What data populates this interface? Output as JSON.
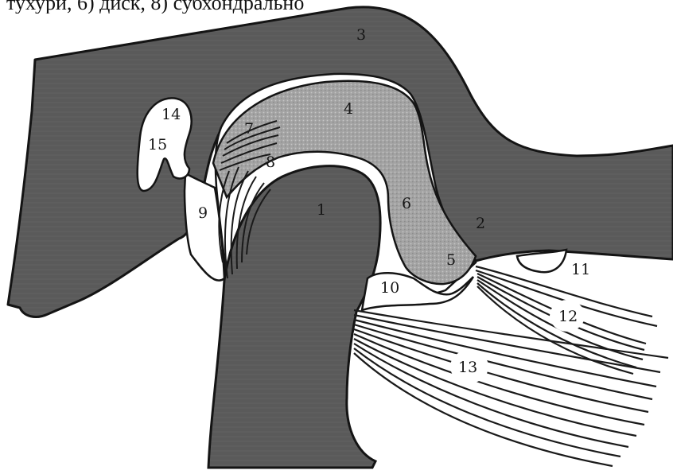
{
  "header_text": "тухури, 6) диск, 8) субхондрально",
  "labels": [
    "1",
    "2",
    "3",
    "4",
    "5",
    "6",
    "7",
    "8",
    "9",
    "10",
    "11",
    "12",
    "13",
    "14",
    "15"
  ],
  "colors": {
    "bone": "#5a5a5a",
    "disc": "#a3a3a3",
    "outline": "#141414",
    "background": "#ffffff"
  }
}
